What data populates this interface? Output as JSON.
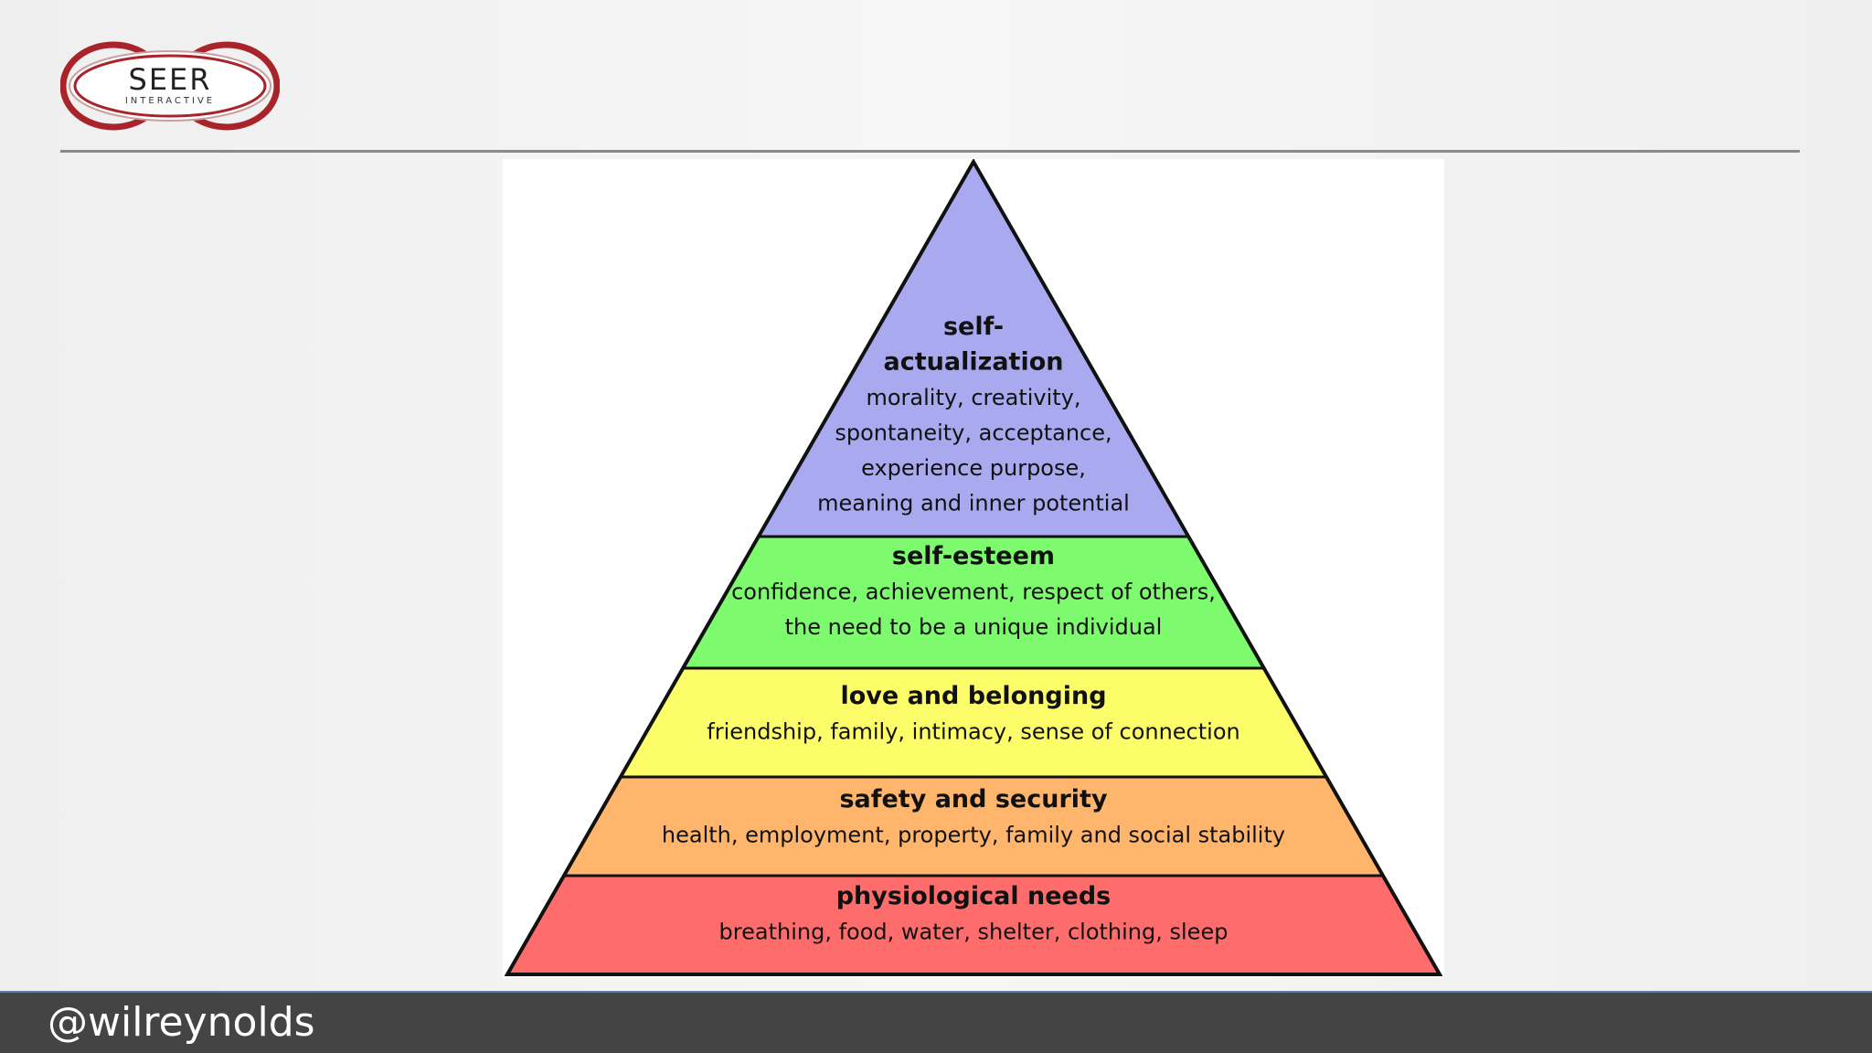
{
  "header": {
    "logo": {
      "name": "SEER",
      "subtitle": "INTERACTIVE",
      "ring_color": "#a8242a"
    }
  },
  "pyramid": {
    "tiers": [
      {
        "title_lines": [
          "self-",
          "actualization"
        ],
        "desc_lines": [
          "morality, creativity,",
          "spontaneity, acceptance,",
          "experience purpose,",
          "meaning and inner potential"
        ],
        "color": "#a9a9f0"
      },
      {
        "title_lines": [
          "self-esteem"
        ],
        "desc_lines": [
          "confidence, achievement, respect of others,",
          "the need to be a unique individual"
        ],
        "color": "#7dfa6e"
      },
      {
        "title_lines": [
          "love and belonging"
        ],
        "desc_lines": [
          "friendship, family, intimacy, sense of connection"
        ],
        "color": "#fdfd6a"
      },
      {
        "title_lines": [
          "safety and security"
        ],
        "desc_lines": [
          "health, employment, property, family and social stability"
        ],
        "color": "#ffb56c"
      },
      {
        "title_lines": [
          "physiological needs"
        ],
        "desc_lines": [
          "breathing, food, water, shelter, clothing, sleep"
        ],
        "color": "#fe6c6c"
      }
    ]
  },
  "footer": {
    "handle": "@wilreynolds",
    "bar_color": "#444444"
  }
}
